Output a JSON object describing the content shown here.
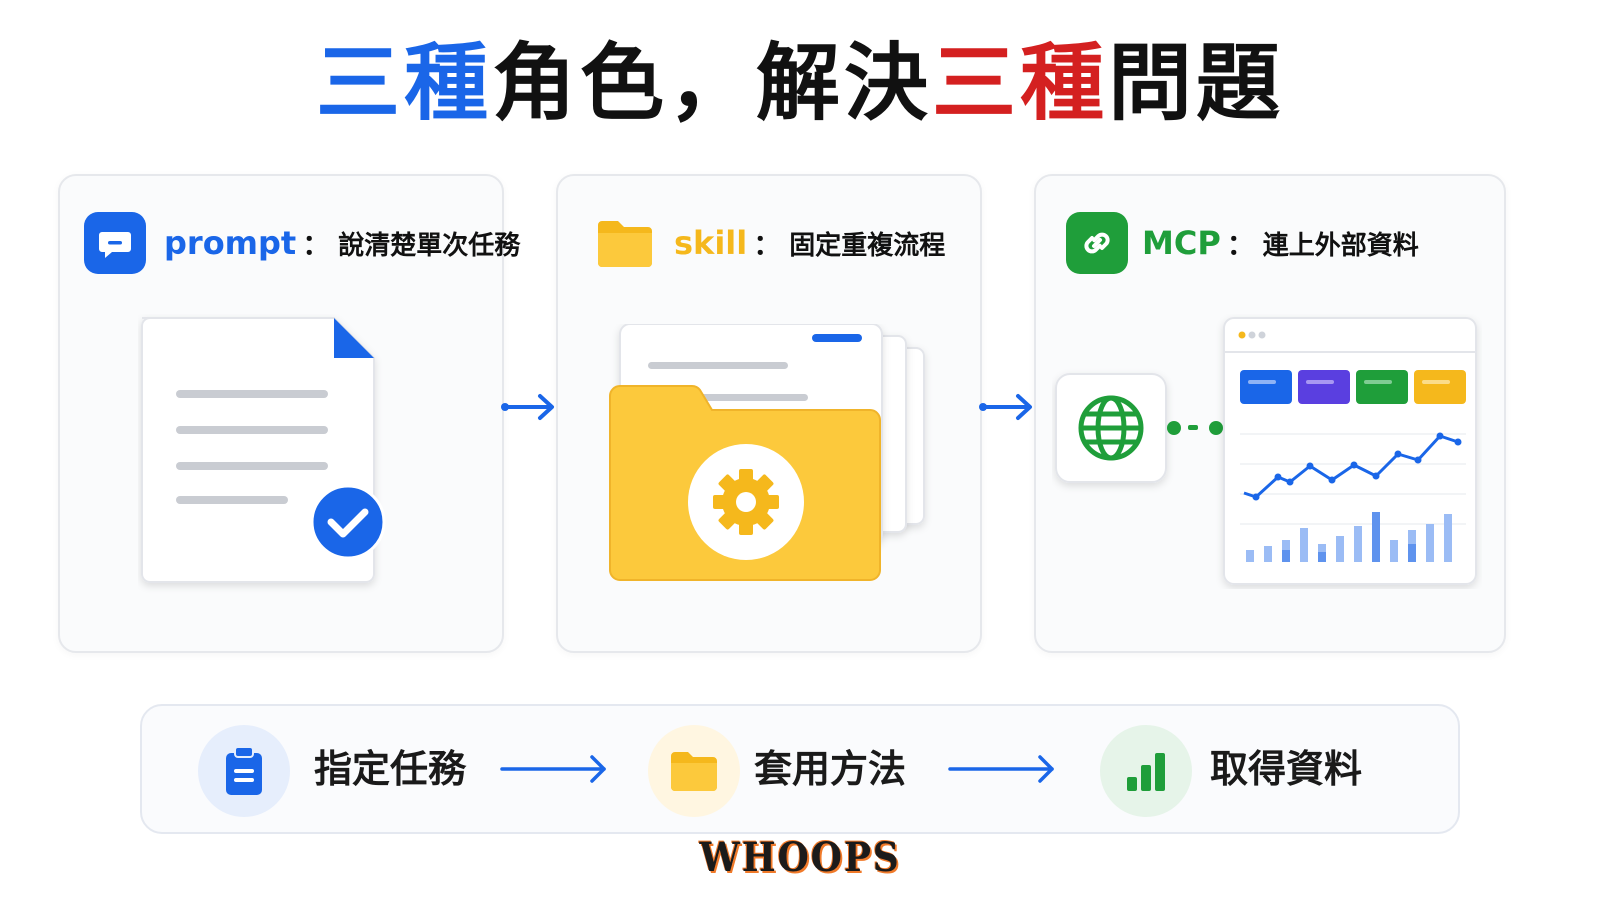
{
  "title": {
    "part1": "三種",
    "part2": "角色，解決",
    "part3": "三種",
    "part4": "問題",
    "color_blue": "#1a66e8",
    "color_red": "#d42020"
  },
  "cards": [
    {
      "keyword": "prompt",
      "colon": "：",
      "desc": "說清楚單次任務",
      "icon": "chat-bubble-icon",
      "accent": "#1a66e8"
    },
    {
      "keyword": "skill",
      "colon": "：",
      "desc": "固定重複流程",
      "icon": "folder-icon",
      "accent": "#f5b81c"
    },
    {
      "keyword": "MCP",
      "colon": "：",
      "desc": "連上外部資料",
      "icon": "link-icon",
      "accent": "#1f9e3a"
    }
  ],
  "steps": [
    {
      "label": "指定任務",
      "icon": "clipboard-icon",
      "color": "#1a66e8"
    },
    {
      "label": "套用方法",
      "icon": "folder-icon",
      "color": "#f5b81c"
    },
    {
      "label": "取得資料",
      "icon": "bar-chart-icon",
      "color": "#1f9e3a"
    }
  ],
  "logo": "WHOOPS"
}
